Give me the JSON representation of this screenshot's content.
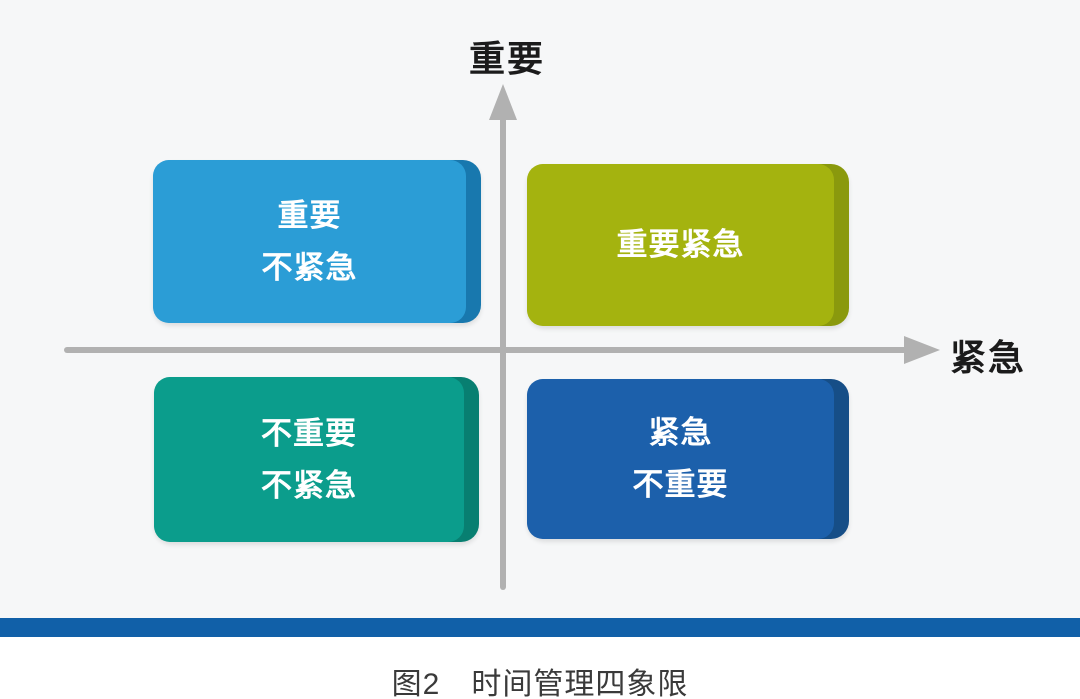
{
  "figure": {
    "caption": "图2　时间管理四象限"
  },
  "axes": {
    "y_axis_label": "重要",
    "x_axis_label": "紧急",
    "line_color": "#b1b1b1"
  },
  "quadrants": {
    "top_left": {
      "lines": [
        "重要",
        "不紧急"
      ],
      "face_color": "#2b9dd6",
      "edge_color": "#1878ae"
    },
    "top_right": {
      "lines": [
        "重要紧急"
      ],
      "face_color": "#a4b30f",
      "edge_color": "#8a990d"
    },
    "bottom_left": {
      "lines": [
        "不重要",
        "不紧急"
      ],
      "face_color": "#0b9d8c",
      "edge_color": "#08permanent7f71"
    },
    "bottom_right": {
      "lines": [
        "紧急",
        "不重要"
      ],
      "face_color": "#1c60ab",
      "edge_color": "#164e87"
    }
  },
  "divider_bar": {
    "color": "#1160a8"
  },
  "colors": {
    "background_upper": "#f6f7f8",
    "background_lower": "#ffffff",
    "box_text": "#ffffff",
    "label_text": "#1b1b1b"
  }
}
